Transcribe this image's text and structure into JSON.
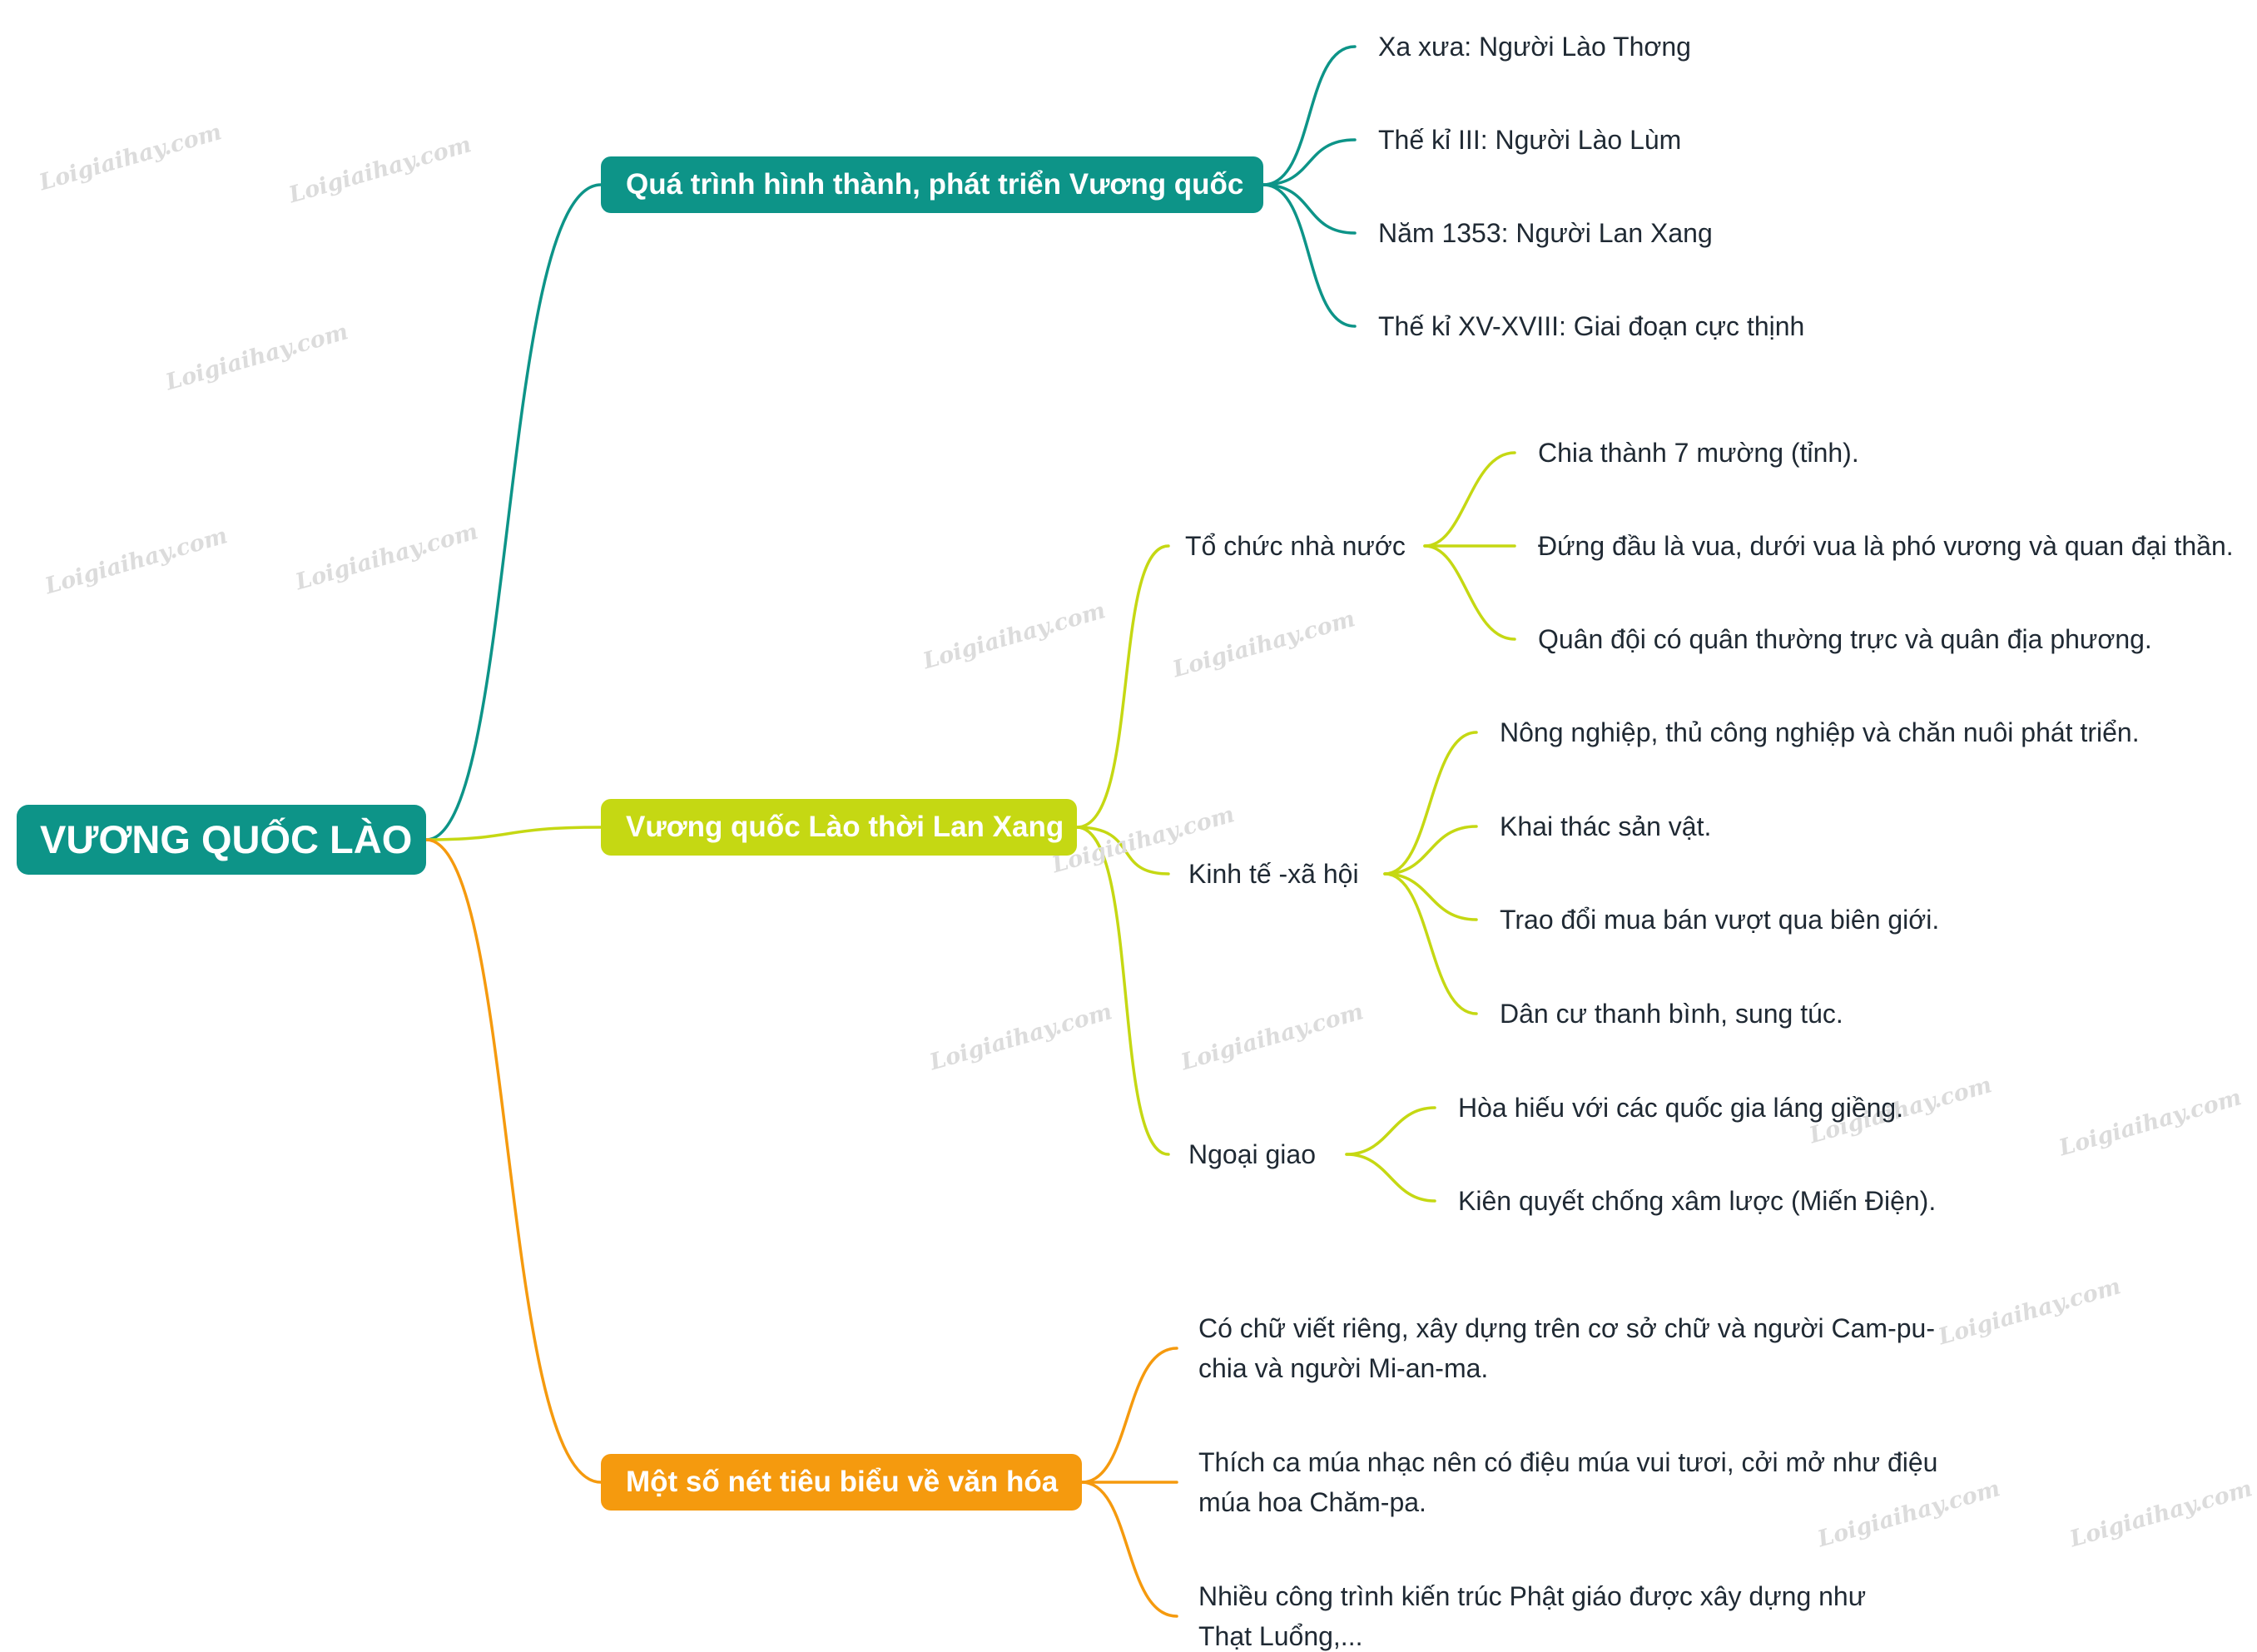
{
  "root": {
    "label": "VƯƠNG QUỐC LÀO",
    "color": "#0d9488"
  },
  "branches": [
    {
      "label": "Quá trình hình thành, phát triển Vương quốc",
      "color": "#0d9488",
      "items": [
        "Xa xưa: Người Lào Thơng",
        "Thế kỉ III: Người Lào Lùm",
        "Năm 1353: Người Lan Xang",
        "Thế kỉ XV-XVIII: Giai đoạn cực thịnh"
      ]
    },
    {
      "label": "Vương quốc Lào thời Lan Xang",
      "color": "#c5d813",
      "subtopics": [
        {
          "label": "Tổ chức nhà nước",
          "items": [
            "Chia thành 7 mường (tỉnh).",
            "Đứng đầu là vua, dưới vua là phó vương và quan đại thần.",
            "Quân đội có quân thường trực và quân địa phương."
          ]
        },
        {
          "label": "Kinh tế -xã hội",
          "items": [
            "Nông nghiệp, thủ công nghiệp và chăn nuôi phát triển.",
            "Khai thác sản vật.",
            "Trao đổi mua bán vượt qua biên giới.",
            "Dân cư thanh bình, sung túc."
          ]
        },
        {
          "label": "Ngoại giao",
          "items": [
            "Hòa hiếu với các quốc gia láng giềng.",
            "Kiên quyết chống xâm lược (Miến Điện)."
          ]
        }
      ]
    },
    {
      "label": "Một số nét tiêu biểu về văn hóa",
      "color": "#f59a0e",
      "items": [
        "Có chữ viết riêng, xây dựng trên cơ sở chữ và người Cam-pu-chia và người Mi-an-ma.",
        "Thích ca múa nhạc nên có điệu múa vui tươi, cởi mở như điệu múa hoa Chăm-pa.",
        "Nhiều công trình kiến trúc Phật giáo được xây dựng như Thạt Luổng,..."
      ]
    }
  ],
  "watermark": "Loigiaihay.com"
}
